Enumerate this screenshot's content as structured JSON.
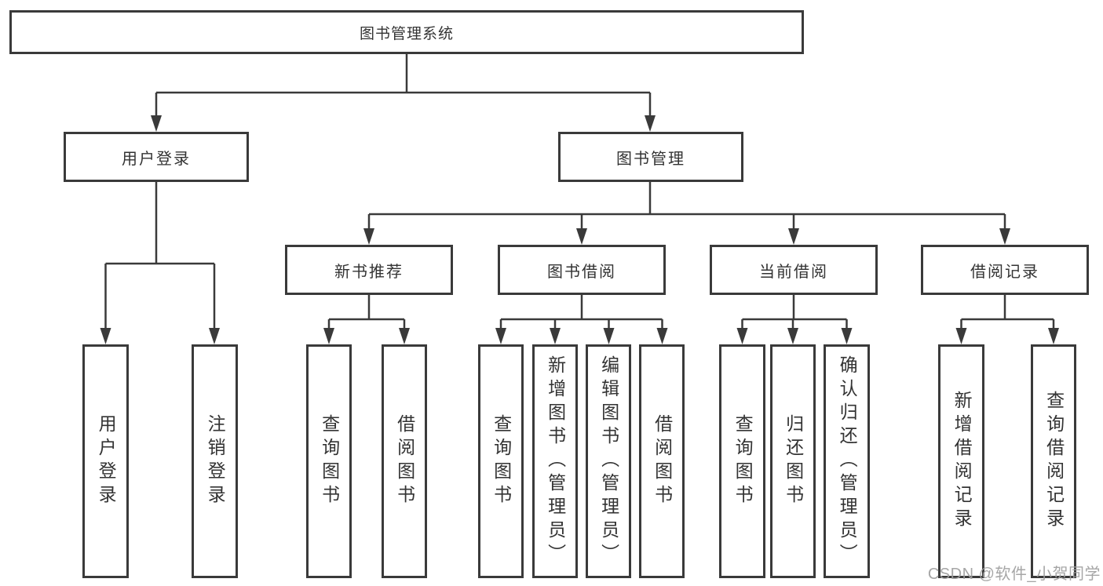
{
  "watermark": "CSDN @软件_小贺同学",
  "colors": {
    "line": "#3a3a3a",
    "text": "#333333",
    "watermark": "#9e9e9e",
    "background": "#ffffff"
  },
  "nodes": {
    "root": "图书管理系统",
    "user_login_branch": "用户登录",
    "book_management_branch": "图书管理",
    "new_book_recommend": "新书推荐",
    "book_borrowing": "图书借阅",
    "current_borrowing": "当前借阅",
    "borrowing_records": "借阅记录",
    "leaf_user_login": "用户登录",
    "leaf_logout": "注销登录",
    "leaf_nbr_query_books": "查询图书",
    "leaf_nbr_borrow_books": "借阅图书",
    "leaf_bb_query_books": "查询图书",
    "leaf_bb_add_books_admin": "新增图书（管理员）",
    "leaf_bb_edit_books_admin": "编辑图书（管理员）",
    "leaf_bb_borrow_books": "借阅图书",
    "leaf_cb_query_books": "查询图书",
    "leaf_cb_return_books": "归还图书",
    "leaf_cb_confirm_return_admin": "确认归还（管理员）",
    "leaf_br_add_record": "新增借阅记录",
    "leaf_br_query_record": "查询借阅记录"
  }
}
